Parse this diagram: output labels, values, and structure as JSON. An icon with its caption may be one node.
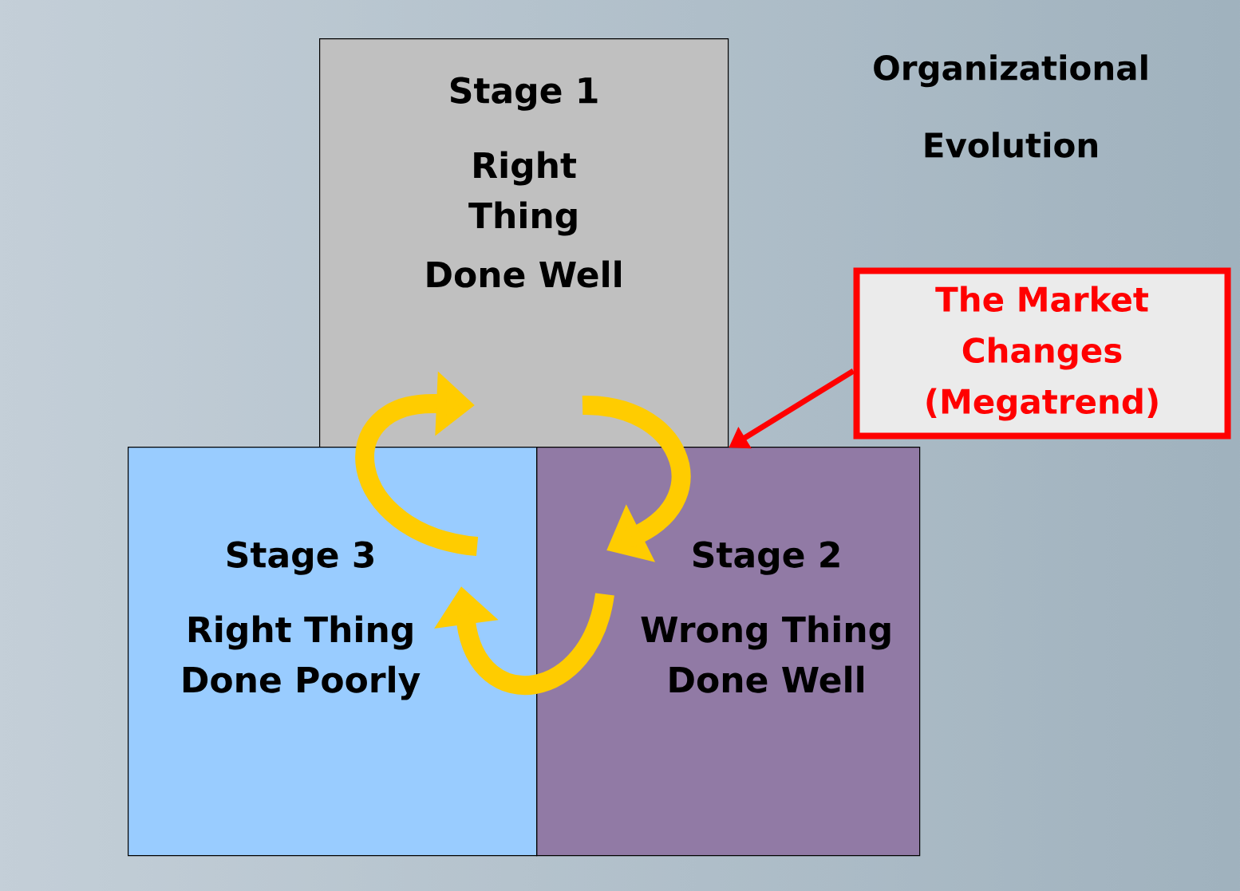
{
  "diagram": {
    "title": "Organizational Evolution",
    "nodes": [
      {
        "text": [
          "Stage 1",
          "Right Thing",
          "Done Well"
        ]
      },
      {
        "text": [
          "Stage 2",
          "Wrong Thing Done Well"
        ]
      },
      {
        "text": [
          "Stage 3",
          "Right Thing Done Poorly"
        ]
      },
      {
        "text": [
          "The Market Changes (Megatrend)"
        ]
      }
    ],
    "edges": [
      {
        "from": 0,
        "to": 1,
        "arrow": "to"
      },
      {
        "from": 1,
        "to": 2,
        "arrow": "to"
      },
      {
        "from": 2,
        "to": 0,
        "arrow": "to"
      },
      {
        "from": 3,
        "to": 0,
        "arrow": "to",
        "color": "#ff0000"
      }
    ]
  }
}
